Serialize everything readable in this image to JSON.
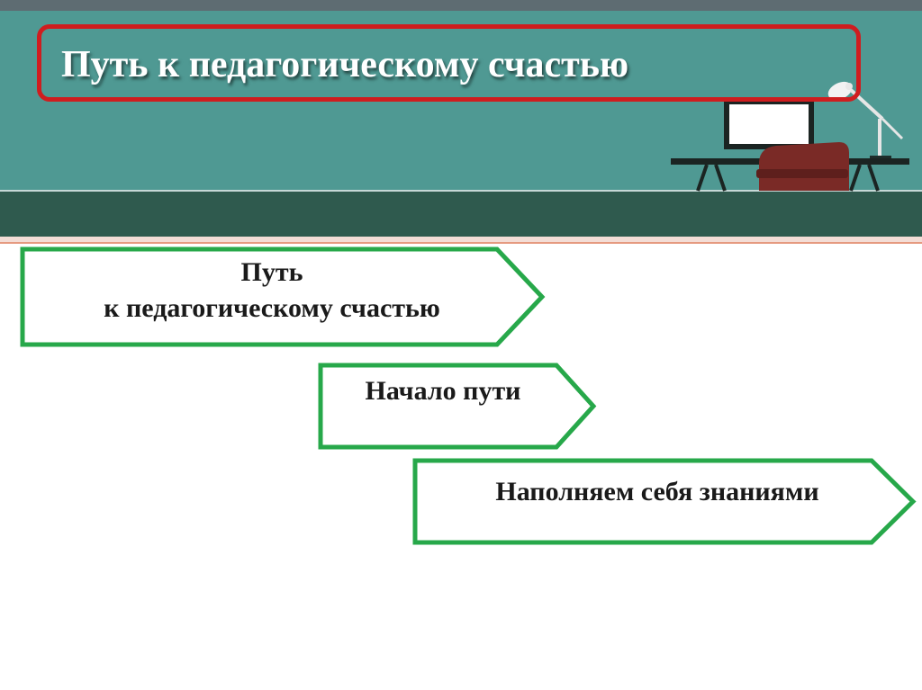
{
  "slide": {
    "title": "Путь к педагогическому счастью"
  },
  "steps": [
    {
      "line1": "Путь",
      "line2": "к педагогическому счастью"
    },
    {
      "label": "Начало пути"
    },
    {
      "label": "Наполняем себя знаниями"
    }
  ],
  "colors": {
    "header": "#4f9993",
    "floor": "#2f5a4e",
    "title_frame": "#cf1d1f",
    "chevron_border": "#27a84a",
    "chair": "#7a2a26"
  }
}
